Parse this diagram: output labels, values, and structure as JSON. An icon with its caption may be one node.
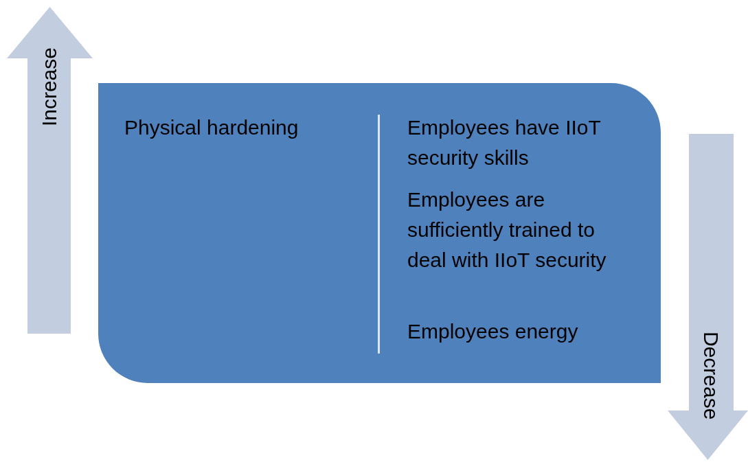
{
  "diagram": {
    "nodes": [
      {
        "text": [
          "Increase"
        ]
      },
      {
        "text": [
          "Physical hardening",
          "Employees have IIoT security skills",
          "Employees are sufficiently trained to deal with IIoT security",
          "Employees energy"
        ]
      },
      {
        "text": [
          "Decrease"
        ]
      }
    ]
  }
}
